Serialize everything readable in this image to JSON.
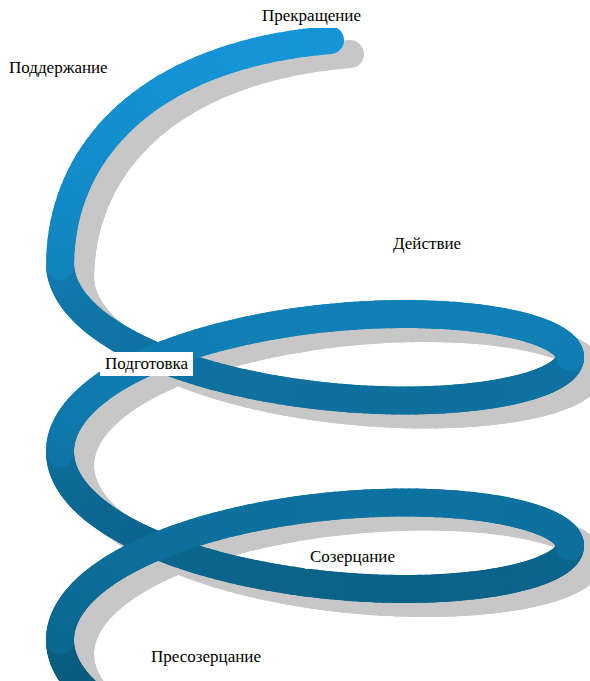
{
  "diagram": {
    "labels": [
      "Прекращение",
      "Поддержание",
      "Действие",
      "Подготовка",
      "Созерцание",
      "Пресозерцание"
    ]
  }
}
